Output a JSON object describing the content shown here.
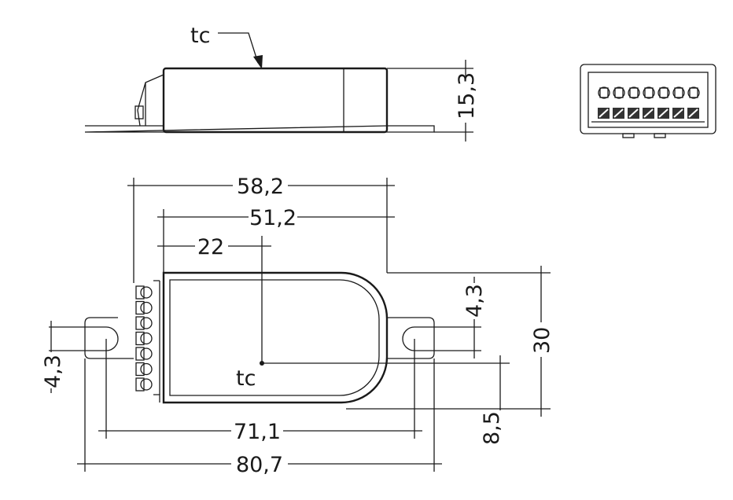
{
  "labels": {
    "tc_side": "tc",
    "tc_top": "tc",
    "height": "15,3",
    "length_overall_body": "58,2",
    "length_body": "51,2",
    "tc_offset": "22",
    "slot_width_left": "4,3",
    "slot_width_right": "4,3",
    "width": "30",
    "tc_from_bottom": "8,5",
    "hole_spacing": "71,1",
    "length_overall": "80,7"
  },
  "connector_terminals": 7,
  "colors": {
    "line": "#1a1a1a",
    "background": "#ffffff"
  }
}
